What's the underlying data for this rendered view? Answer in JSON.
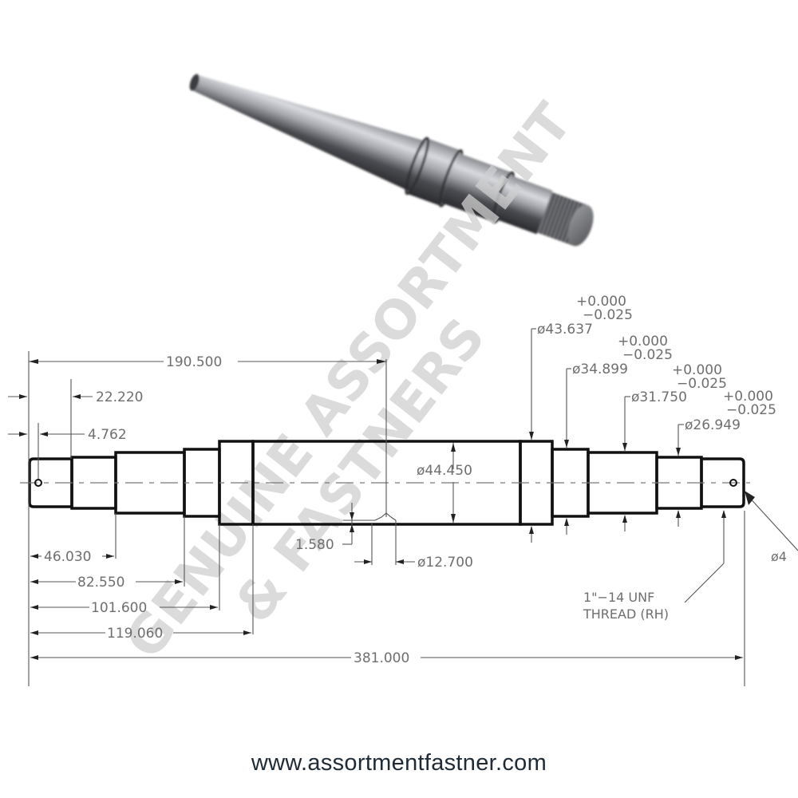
{
  "photo": {
    "subject": "Stepped steel axle shaft with threaded end",
    "icon": "shaft-photo"
  },
  "watermark": {
    "line1": "GENUINE ASSORTMENT",
    "line2": "& FASTNERS"
  },
  "drawing": {
    "top_dims": {
      "overall_to_center": "190.500",
      "first_step": "22.220",
      "pin_hole_offset": "4.762"
    },
    "diameters": {
      "main_body": "ø44.450",
      "bearing_1": "ø43.637",
      "bearing_1_tol_plus": "+0.000",
      "bearing_1_tol_minus": "−0.025",
      "bearing_2": "ø34.899",
      "bearing_2_tol_plus": "+0.000",
      "bearing_2_tol_minus": "−0.025",
      "bearing_3": "ø31.750",
      "bearing_3_tol_plus": "+0.000",
      "bearing_3_tol_minus": "−0.025",
      "bearing_4": "ø26.949",
      "bearing_4_tol_plus": "+0.000",
      "bearing_4_tol_minus": "−0.025",
      "groove": "ø12.700",
      "pin_hole": "ø4"
    },
    "bottom_dims": {
      "d1": "46.030",
      "d2": "82.550",
      "d3": "101.600",
      "d4": "119.060",
      "overall": "381.000",
      "groove_depth": "1.580"
    },
    "thread_note": {
      "line1": "1\"−14  UNF",
      "line2": "THREAD (RH)"
    }
  },
  "footer": {
    "website": "www.assortmentfastner.com"
  }
}
